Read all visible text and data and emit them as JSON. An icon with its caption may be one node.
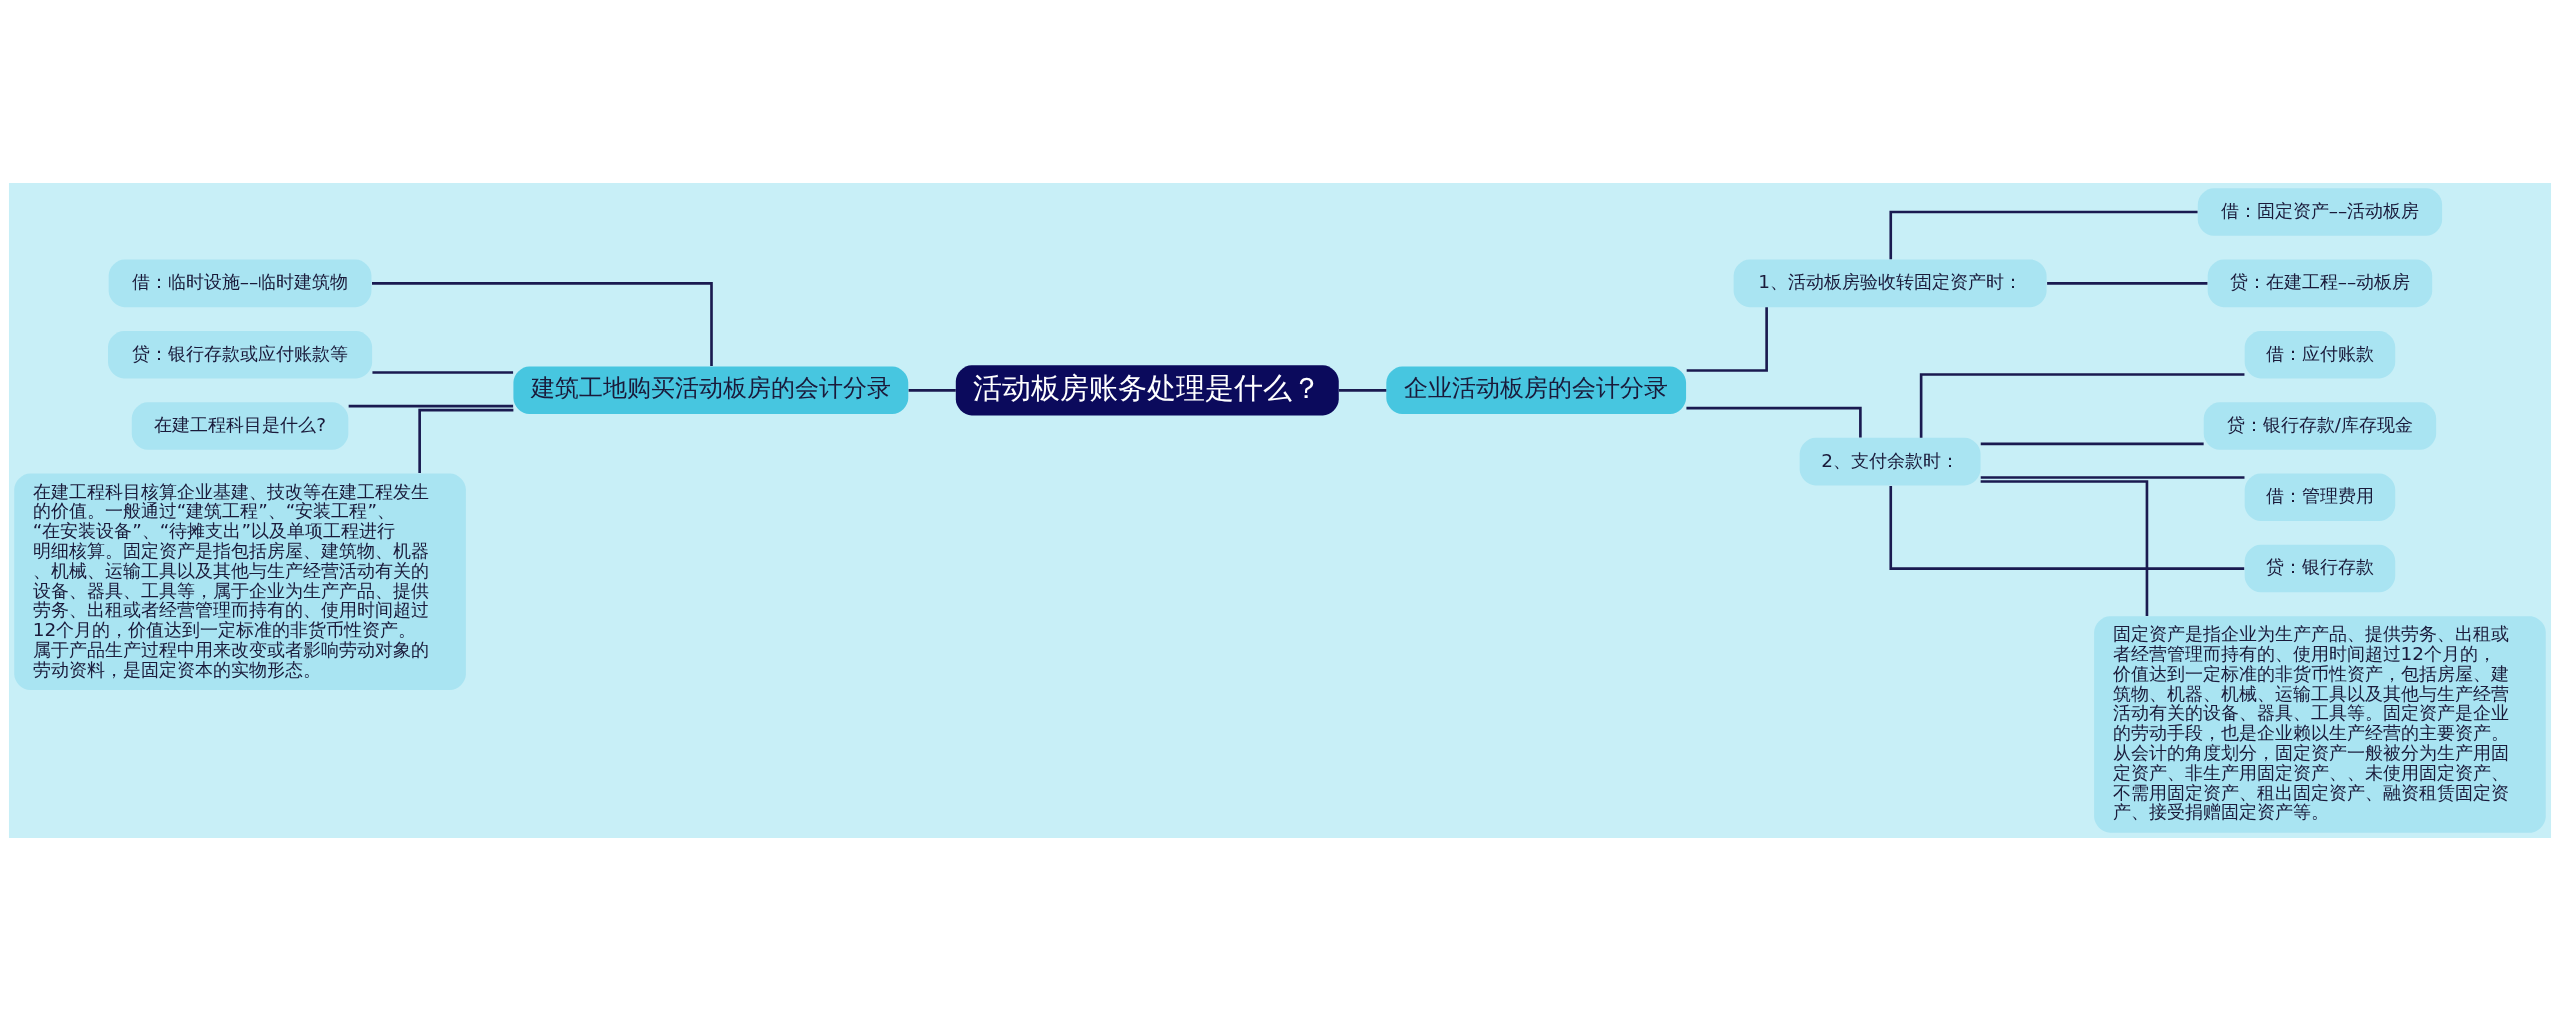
{
  "diagram": {
    "nodes": [
      {
        "text": [
          "活动板房账务处理是什么？"
        ]
      },
      {
        "text": [
          "建筑工地购买活动板房的会计分录"
        ]
      },
      {
        "text": [
          "借：临时设施––临时建筑物"
        ]
      },
      {
        "text": [
          "贷：银行存款或应付账款等"
        ]
      },
      {
        "text": [
          "在建工程科目是什么?"
        ]
      },
      {
        "text": [
          "在建工程科目核算企业基建、技改等在建工程发生的价值。一般通过“建筑工程”、“安装工程”、“在安装设备”、“待摊支出”以及单项工程进行明细核算。固定资产是指包括房屋、建筑物、机器、机械、运输工具以及其他与生产经营活动有关的设备、器具、工具等，属于企业为生产产品、提供劳务、出租或者经营管理而持有的、使用时间超过12个月的，价值达到一定标准的非货币性资产。属于产品生产过程中用来改变或者影响劳动对象的劳动资料，是固定资本的实物形态。"
        ]
      },
      {
        "text": [
          "企业活动板房的会计分录"
        ]
      },
      {
        "text": [
          "1、活动板房验收转固定资产时："
        ]
      },
      {
        "text": [
          "借：固定资产––活动板房"
        ]
      },
      {
        "text": [
          "贷：在建工程––动板房"
        ]
      },
      {
        "text": [
          "2、支付余款时："
        ]
      },
      {
        "text": [
          "借：应付账款"
        ]
      },
      {
        "text": [
          "贷：银行存款/库存现金"
        ]
      },
      {
        "text": [
          "借：管理费用"
        ]
      },
      {
        "text": [
          "贷：银行存款"
        ]
      },
      {
        "text": [
          "固定资产是指企业为生产产品、提供劳务、出租或者经营管理而持有的、使用时间超过12个月的，价值达到一定标准的非货币性资产，包括房屋、建筑物、机器、机械、运输工具以及其他与生产经营活动有关的设备、器具、工具等。固定资产是企业的劳动手段，也是企业赖以生产经营的主要资产。从会计的角度划分，固定资产一般被分为生产用固定资产、非生产用固定资产、、未使用固定资产、不需用固定资产、租出固定资产、融资租赁固定资产、接受捐赠固定资产等。"
        ]
      }
    ],
    "edges": [
      {
        "from": 2,
        "to": 1,
        "arrow": "none"
      },
      {
        "from": 3,
        "to": 1,
        "arrow": "none"
      },
      {
        "from": 4,
        "to": 1,
        "arrow": "none"
      },
      {
        "from": 5,
        "to": 1,
        "arrow": "none"
      },
      {
        "from": 1,
        "to": 0,
        "arrow": "none"
      },
      {
        "from": 0,
        "to": 6,
        "arrow": "none"
      },
      {
        "from": 6,
        "to": 7,
        "arrow": "none"
      },
      {
        "from": 7,
        "to": 8,
        "arrow": "none"
      },
      {
        "from": 7,
        "to": 9,
        "arrow": "none"
      },
      {
        "from": 6,
        "to": 10,
        "arrow": "none"
      },
      {
        "from": 10,
        "to": 11,
        "arrow": "none"
      },
      {
        "from": 10,
        "to": 12,
        "arrow": "none"
      },
      {
        "from": 10,
        "to": 13,
        "arrow": "none"
      },
      {
        "from": 10,
        "to": 14,
        "arrow": "none"
      },
      {
        "from": 10,
        "to": 15,
        "arrow": "none"
      }
    ]
  }
}
